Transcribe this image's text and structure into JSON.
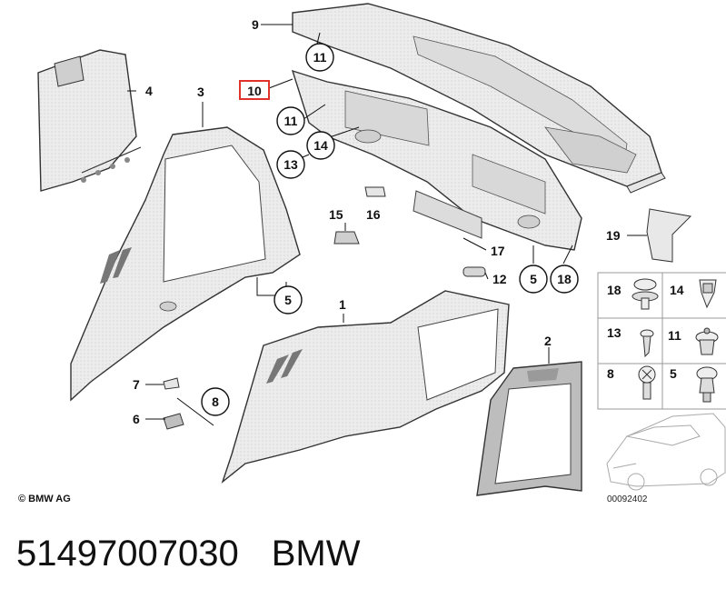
{
  "part_number": "51497007030",
  "brand": "BMW",
  "copyright": "© BMW AG",
  "drawing_number": "00092402",
  "highlight_color": "#e0312b",
  "callouts": {
    "c1": "1",
    "c2": "2",
    "c3": "3",
    "c4": "4",
    "c5a": "5",
    "c5b": "5",
    "c6": "6",
    "c7": "7",
    "c8": "8",
    "c9": "9",
    "c10": "10",
    "c11a": "11",
    "c11b": "11",
    "c12": "12",
    "c13": "13",
    "c14": "14",
    "c15": "15",
    "c16": "16",
    "c17": "17",
    "c18": "18",
    "c19": "19"
  },
  "fasteners": {
    "f18": "18",
    "f14": "14",
    "f13": "13",
    "f11": "11",
    "f8": "8",
    "f5": "5"
  }
}
